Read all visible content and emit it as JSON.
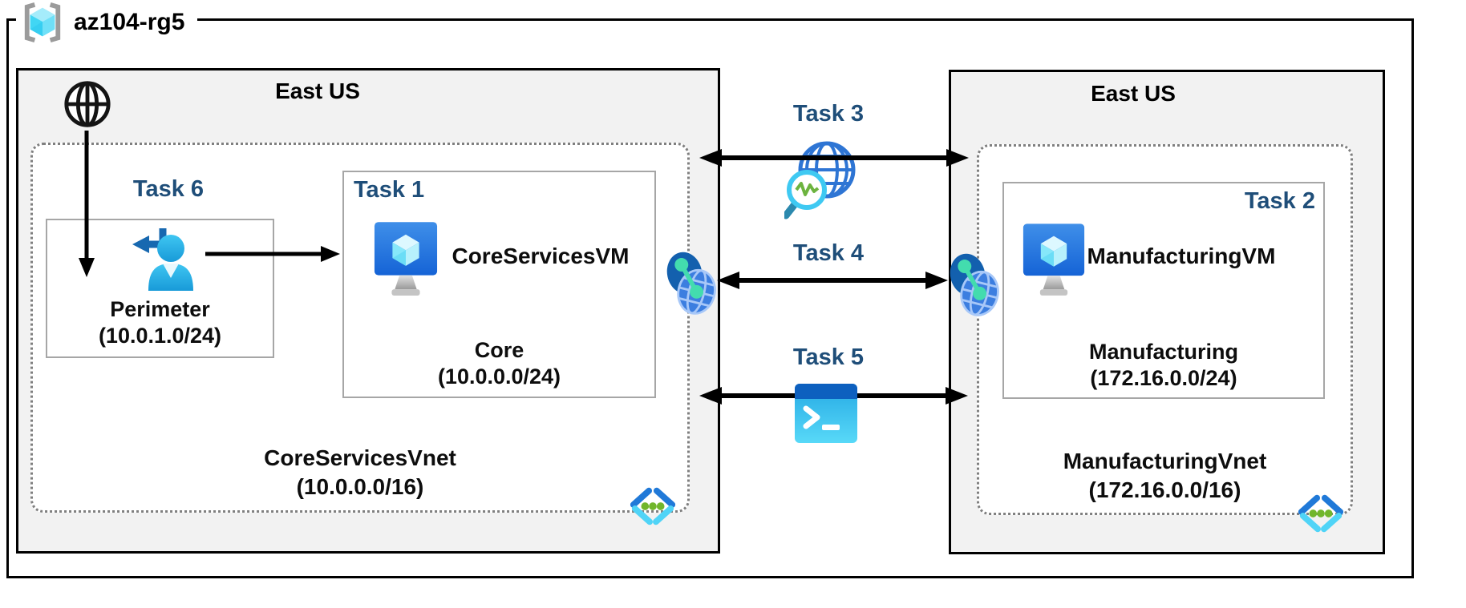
{
  "resource_group": {
    "label": "az104-rg5"
  },
  "core_region": {
    "label": "East US",
    "vnet": {
      "name": "CoreServicesVnet",
      "cidr": "(10.0.0.0/16)"
    },
    "perimeter_subnet": {
      "task": "Task 6",
      "name": "Perimeter",
      "cidr": "(10.0.1.0/24)"
    },
    "core_subnet": {
      "task": "Task 1",
      "vm": "CoreServicesVM",
      "name": "Core",
      "cidr": "(10.0.0.0/24)"
    }
  },
  "manufacturing_region": {
    "label": "East US",
    "vnet": {
      "name": "ManufacturingVnet",
      "cidr": "(172.16.0.0/16)"
    },
    "subnet": {
      "task": "Task 2",
      "vm": "ManufacturingVM",
      "name": "Manufacturing",
      "cidr": "(172.16.0.0/24)"
    }
  },
  "connections": {
    "task3": {
      "label": "Task 3",
      "icon": "network-watcher-icon"
    },
    "task4": {
      "label": "Task 4",
      "icon": "vnet-peering-icon"
    },
    "task5": {
      "label": "Task 5",
      "icon": "cloud-shell-icon"
    }
  },
  "icons": {
    "resource_group": "azure-resource-group-cube-brackets",
    "internet": "globe-outline",
    "guest_user": "user-with-return-arrow",
    "virtual_machine": "monitor-with-cube",
    "virtual_network": "angle-brackets-with-dots",
    "peering": "two-globes-linked-dots",
    "network_watcher": "globe-with-magnifier-pulse",
    "cloud_shell": "terminal-window",
    "cloud_shell_prompt": ">_"
  },
  "colors": {
    "task_label": "#1f4e79",
    "region_fill": "#f2f2f2",
    "region_border": "#000000",
    "inner_box_border": "#a6a6a6",
    "vnet_dotted_border": "#7f7f7f",
    "arrow": "#000000",
    "azure_cyan": "#50d8f2",
    "azure_blue": "#1f6fd4",
    "mint_green": "#43dcae",
    "leaf_green": "#71b62c"
  }
}
